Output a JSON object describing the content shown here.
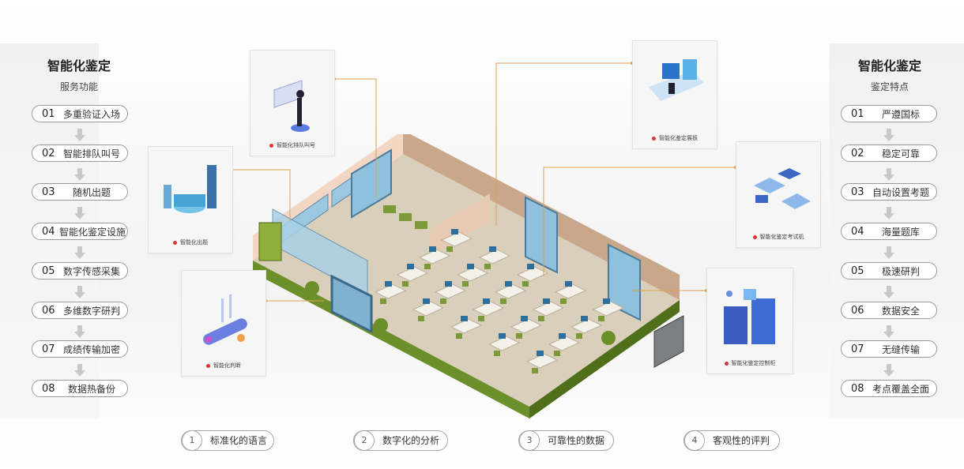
{
  "left_panel": {
    "title": "智能化鉴定",
    "subtitle": "服务功能",
    "items": [
      {
        "num": "01",
        "label": "多重验证入场"
      },
      {
        "num": "02",
        "label": "智能排队叫号"
      },
      {
        "num": "03",
        "label": "随机出题"
      },
      {
        "num": "04",
        "label": "智能化鉴定设施"
      },
      {
        "num": "05",
        "label": "数字传感采集"
      },
      {
        "num": "06",
        "label": "多维数字研判"
      },
      {
        "num": "07",
        "label": "成绩传输加密"
      },
      {
        "num": "08",
        "label": "数据热备份"
      }
    ]
  },
  "right_panel": {
    "title": "智能化鉴定",
    "subtitle": "鉴定特点",
    "items": [
      {
        "num": "01",
        "label": "严遵国标"
      },
      {
        "num": "02",
        "label": "稳定可靠"
      },
      {
        "num": "03",
        "label": "自动设置考题"
      },
      {
        "num": "04",
        "label": "海量题库"
      },
      {
        "num": "05",
        "label": "极速研判"
      },
      {
        "num": "06",
        "label": "数据安全"
      },
      {
        "num": "07",
        "label": "无缝传输"
      },
      {
        "num": "08",
        "label": "考点覆盖全面"
      }
    ]
  },
  "cards": {
    "queue": "智能化排队叫号",
    "exam_question": "智能化出题",
    "judge": "智能化判断",
    "screen": "智能化鉴定展板",
    "exam_machine": "智能化鉴定考试机",
    "control_cabinet": "智能化鉴定控制柜"
  },
  "bottom": [
    {
      "num": "1",
      "label": "标准化的语言"
    },
    {
      "num": "2",
      "label": "数字化的分析"
    },
    {
      "num": "3",
      "label": "可靠性的数据"
    },
    {
      "num": "4",
      "label": "客观性的评判"
    }
  ],
  "colors": {
    "connector": "#e0a050",
    "dot": "#d33333",
    "wall_glass": "#7fb6d6",
    "floor": "#d6cdb9",
    "chair": "#7d9a3a",
    "screen": "#2c6e9e"
  }
}
